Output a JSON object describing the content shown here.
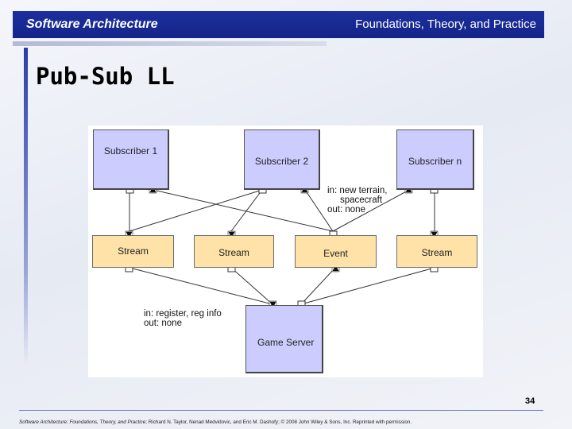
{
  "header": {
    "left": "Software Architecture",
    "right": "Foundations, Theory, and Practice"
  },
  "title": "Pub-Sub LL",
  "diagram": {
    "subscribers": [
      "Subscriber 1",
      "Subscriber 2",
      "Subscriber n"
    ],
    "middle": [
      "Stream",
      "Stream",
      "Event",
      "Stream"
    ],
    "server": "Game Server",
    "annotation_event": "in: new terrain,\n     spacecraft\nout: none",
    "annotation_server": "in: register, reg info\nout: none"
  },
  "footer": {
    "book": "Software Architecture: Foundations, Theory, and Practice",
    "credit": "; Richard N. Taylor, Nenad Medvidovic, and Eric M. Dashofy; © 2008 John Wiley & Sons, Inc. Reprinted with permission."
  },
  "page_number": "34"
}
